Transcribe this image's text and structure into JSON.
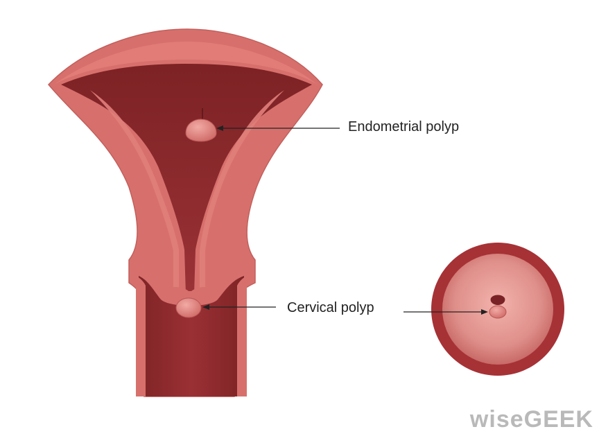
{
  "labels": {
    "endometrial_polyp": "Endometrial polyp",
    "cervical_polyp": "Cervical polyp"
  },
  "watermark": "wiseGEEK",
  "colors": {
    "background": "#ffffff",
    "outer_tissue": "#d7706c",
    "inner_cavity": "#8e2a2c",
    "polyp": "#e2807c",
    "cervix_ring": "#a63236",
    "label_text": "#222222",
    "watermark": "#b9b9b9"
  }
}
